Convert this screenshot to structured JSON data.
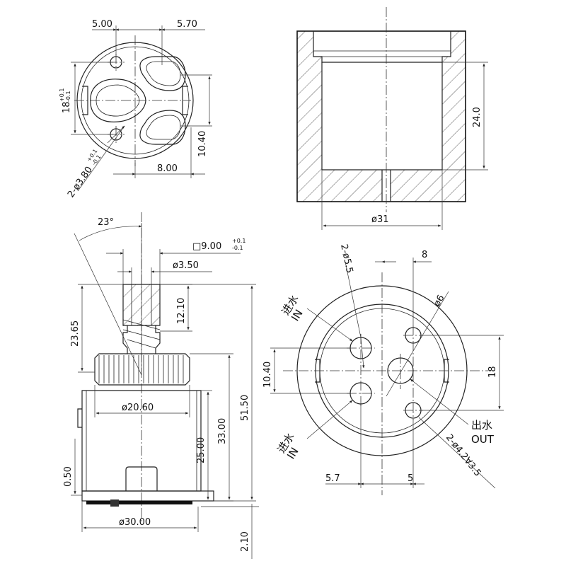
{
  "top_left": {
    "dim_left": "5.00",
    "dim_right": "5.70",
    "dim_height": "18",
    "tol_height_plus": "+0.1",
    "tol_height_minus": "-0.1",
    "dim_holes": "2-ø3.80",
    "tol_holes_plus": "+0.1",
    "tol_holes_minus": "-0.1",
    "dim_10_40": "10.40",
    "dim_8": "8.00"
  },
  "top_right": {
    "dim_height": "24.0",
    "dim_diameter": "ø31"
  },
  "bottom_left": {
    "dim_angle": "23°",
    "dim_square": "□9.00",
    "tol_square_plus": "+0.1",
    "tol_square_minus": "-0.1",
    "dim_stem": "ø3.50",
    "dim_12_10": "12.10",
    "dim_23_65": "23.65",
    "dim_20_60": "ø20.60",
    "dim_51_50": "51.50",
    "dim_33": "33.00",
    "dim_25": "25.00",
    "dim_0_50": "0.50",
    "dim_30": "ø30.00",
    "dim_2_10": "2.10"
  },
  "bottom_right": {
    "dim_holes_large": "2-ø5.5",
    "dim_8": "8",
    "dim_6": "ø6",
    "label_in_top_cn": "进水",
    "label_in_top_en": "IN",
    "label_in_bottom_cn": "进水",
    "label_in_bottom_en": "IN",
    "label_out_cn": "出水",
    "label_out_en": "OUT",
    "dim_10_40": "10.40",
    "dim_18": "18",
    "dim_5_7": "5.7",
    "dim_5": "5",
    "dim_holes_small": "2-ø4.2∀3.5"
  }
}
